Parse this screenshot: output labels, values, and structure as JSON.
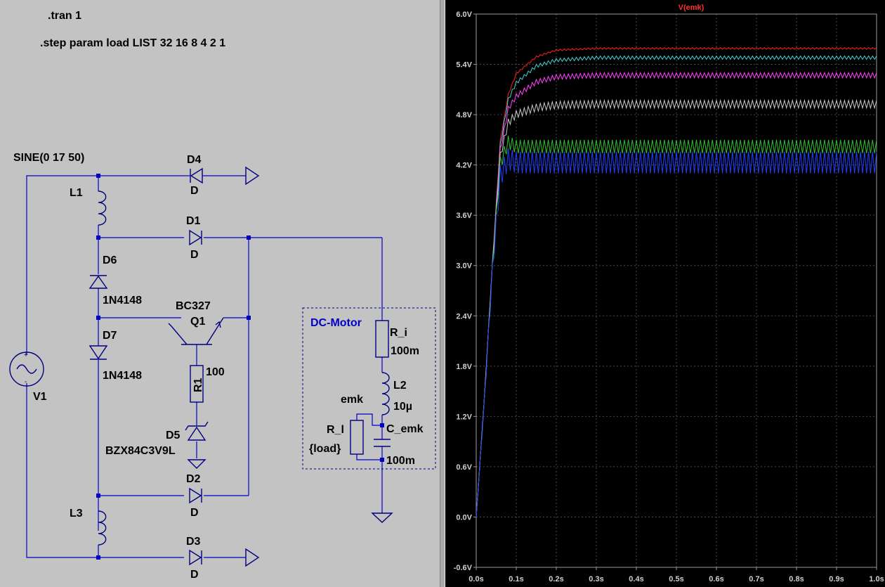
{
  "schematic": {
    "directives": [
      ".tran 1",
      ".step param load LIST 32 16 8 4 2 1"
    ],
    "source": {
      "name": "V1",
      "value": "SINE(0 17 50)"
    },
    "inductors": [
      {
        "name": "L1"
      },
      {
        "name": "L3"
      },
      {
        "name": "L2",
        "value": "10µ"
      }
    ],
    "diodes": [
      {
        "name": "D4",
        "model": "D"
      },
      {
        "name": "D1",
        "model": "D"
      },
      {
        "name": "D2",
        "model": "D"
      },
      {
        "name": "D3",
        "model": "D"
      },
      {
        "name": "D6",
        "model": "1N4148"
      },
      {
        "name": "D7",
        "model": "1N4148"
      },
      {
        "name": "D5",
        "model": "BZX84C3V9L"
      }
    ],
    "transistor": {
      "name": "Q1",
      "model": "BC327"
    },
    "resistors": [
      {
        "name": "R1",
        "value": "100"
      },
      {
        "name": "R_i",
        "value": "100m"
      },
      {
        "name": "R_l",
        "value": "{load}"
      }
    ],
    "capacitor": {
      "name": "C_emk",
      "value": "100m"
    },
    "motor_label": "DC-Motor",
    "net_label": "emk"
  },
  "plot": {
    "title": "V(emk)",
    "title_color": "#ff3030"
  },
  "chart_data": {
    "type": "line",
    "title": "V(emk)",
    "xlabel": "",
    "ylabel": "",
    "xlim": [
      0,
      1.0
    ],
    "ylim": [
      -0.6,
      6.0
    ],
    "x_ticks": [
      "0.0s",
      "0.1s",
      "0.2s",
      "0.3s",
      "0.4s",
      "0.5s",
      "0.6s",
      "0.7s",
      "0.8s",
      "0.9s",
      "1.0s"
    ],
    "y_ticks": [
      "-0.6V",
      "0.0V",
      "0.6V",
      "1.2V",
      "1.8V",
      "2.4V",
      "3.0V",
      "3.6V",
      "4.2V",
      "4.8V",
      "5.4V",
      "6.0V"
    ],
    "grid": true,
    "series": [
      {
        "color": "#ff2020",
        "final": 5.6,
        "ripple": 0.02,
        "x": [
          0,
          0.02,
          0.04,
          0.06,
          0.08,
          0.1,
          0.15,
          0.2,
          0.3,
          1.0
        ],
        "y": [
          0.0,
          1.4,
          3.0,
          4.5,
          5.05,
          5.3,
          5.5,
          5.58,
          5.6,
          5.6
        ]
      },
      {
        "color": "#40d0d0",
        "final": 5.5,
        "ripple": 0.04,
        "x": [
          0,
          0.02,
          0.04,
          0.06,
          0.08,
          0.1,
          0.15,
          0.2,
          0.3,
          1.0
        ],
        "y": [
          0.0,
          1.4,
          3.0,
          4.45,
          5.0,
          5.2,
          5.4,
          5.47,
          5.5,
          5.5
        ]
      },
      {
        "color": "#ff40ff",
        "final": 5.3,
        "ripple": 0.06,
        "x": [
          0,
          0.02,
          0.04,
          0.06,
          0.08,
          0.1,
          0.15,
          0.2,
          0.3,
          1.0
        ],
        "y": [
          0.0,
          1.4,
          3.0,
          4.4,
          4.9,
          5.05,
          5.22,
          5.28,
          5.3,
          5.3
        ]
      },
      {
        "color": "#c8c8c8",
        "final": 4.97,
        "ripple": 0.09,
        "x": [
          0,
          0.02,
          0.04,
          0.06,
          0.08,
          0.1,
          0.15,
          0.2,
          0.3,
          1.0
        ],
        "y": [
          0.0,
          1.4,
          3.0,
          4.35,
          4.75,
          4.85,
          4.93,
          4.96,
          4.97,
          4.97
        ]
      },
      {
        "color": "#30c030",
        "final": 4.5,
        "ripple": 0.16,
        "x": [
          0,
          0.02,
          0.04,
          0.06,
          0.08,
          0.1,
          0.15,
          0.2,
          0.3,
          1.0
        ],
        "y": [
          0.0,
          1.4,
          3.0,
          4.3,
          4.55,
          4.5,
          4.5,
          4.5,
          4.5,
          4.5
        ]
      },
      {
        "color": "#2040ff",
        "final": 4.36,
        "ripple": 0.26,
        "x": [
          0,
          0.02,
          0.04,
          0.06,
          0.08,
          0.1,
          0.15,
          0.2,
          0.3,
          1.0
        ],
        "y": [
          0.0,
          1.4,
          3.0,
          4.2,
          4.4,
          4.36,
          4.36,
          4.36,
          4.36,
          4.36
        ]
      }
    ]
  }
}
